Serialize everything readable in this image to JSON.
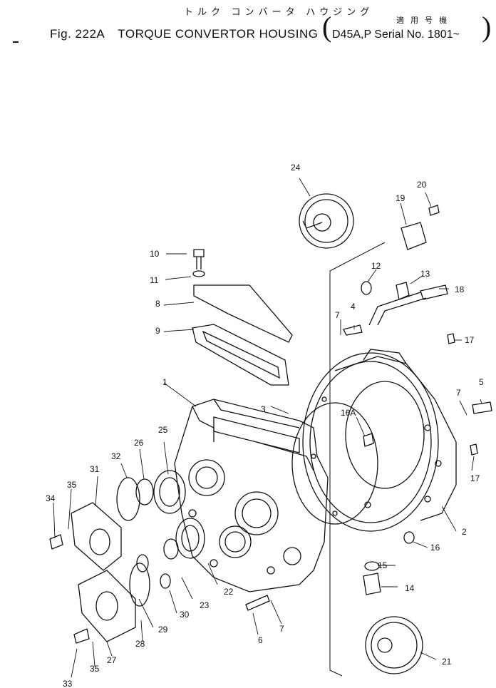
{
  "title": {
    "japanese": "トルク コンバータ ハウジング",
    "figure": "Fig. 222A",
    "english": "TORQUE CONVERTOR HOUSING",
    "applicable_jp": "適 用 号 機",
    "applicable": "D45A,P Serial No. 1801~"
  },
  "part_labels": [
    "1",
    "2",
    "3",
    "4",
    "5",
    "6",
    "7",
    "7",
    "7",
    "8",
    "9",
    "10",
    "11",
    "12",
    "13",
    "14",
    "15",
    "16",
    "16A",
    "17",
    "17",
    "18",
    "19",
    "20",
    "21",
    "22",
    "23",
    "24",
    "25",
    "26",
    "27",
    "28",
    "29",
    "30",
    "31",
    "32",
    "33",
    "34",
    "35",
    "35"
  ]
}
